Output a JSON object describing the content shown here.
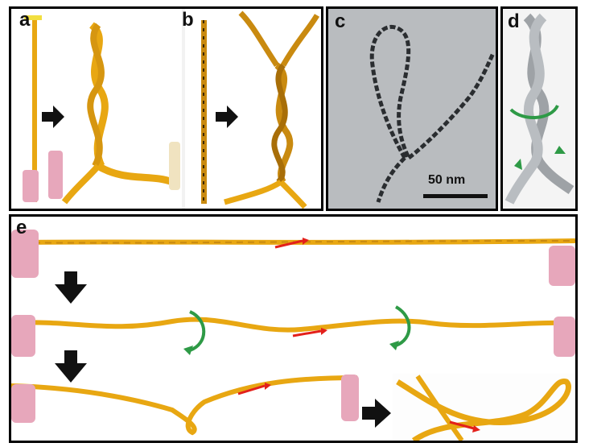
{
  "panels": {
    "a": {
      "label": "a"
    },
    "b": {
      "label": "b"
    },
    "c": {
      "label": "c",
      "scale_bar": "50 nm"
    },
    "d": {
      "label": "d"
    },
    "e": {
      "label": "e"
    }
  },
  "colors": {
    "fiber": "#e8a712",
    "fiber_dark": "#b87a08",
    "fiber_b": "#c98a10",
    "clamp": "#e7a7bb",
    "arrow_black": "#111111",
    "arrow_red": "#e3201b",
    "arrow_green": "#2e9a46",
    "tem_bg": "#b9bcbf",
    "tem_fiber": "#2a2d30",
    "model_rope": "#9ea2a6"
  },
  "icons": [
    "right-arrow-icon",
    "down-arrow-icon",
    "red-arrow-icon",
    "green-curved-arrow-icon",
    "clamp-icon"
  ]
}
